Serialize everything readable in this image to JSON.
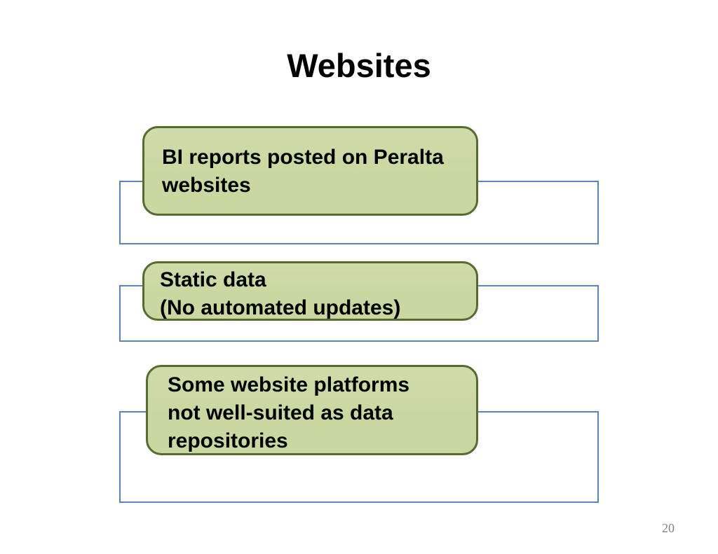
{
  "slide": {
    "title": "Websites",
    "page_number": "20",
    "callouts": [
      {
        "text": "BI reports posted on Peralta\nwebsites"
      },
      {
        "text": "Static data\n(No automated updates)"
      },
      {
        "text": "Some website platforms\nnot well-suited as data\nrepositories"
      }
    ],
    "colors": {
      "background": "#ffffff",
      "title_color": "#000000",
      "callout_fill": "#c9d7a0",
      "callout_border": "#566b2f",
      "backdrop_border": "#5b84b5",
      "page_number_color": "#7f7f7f"
    }
  }
}
